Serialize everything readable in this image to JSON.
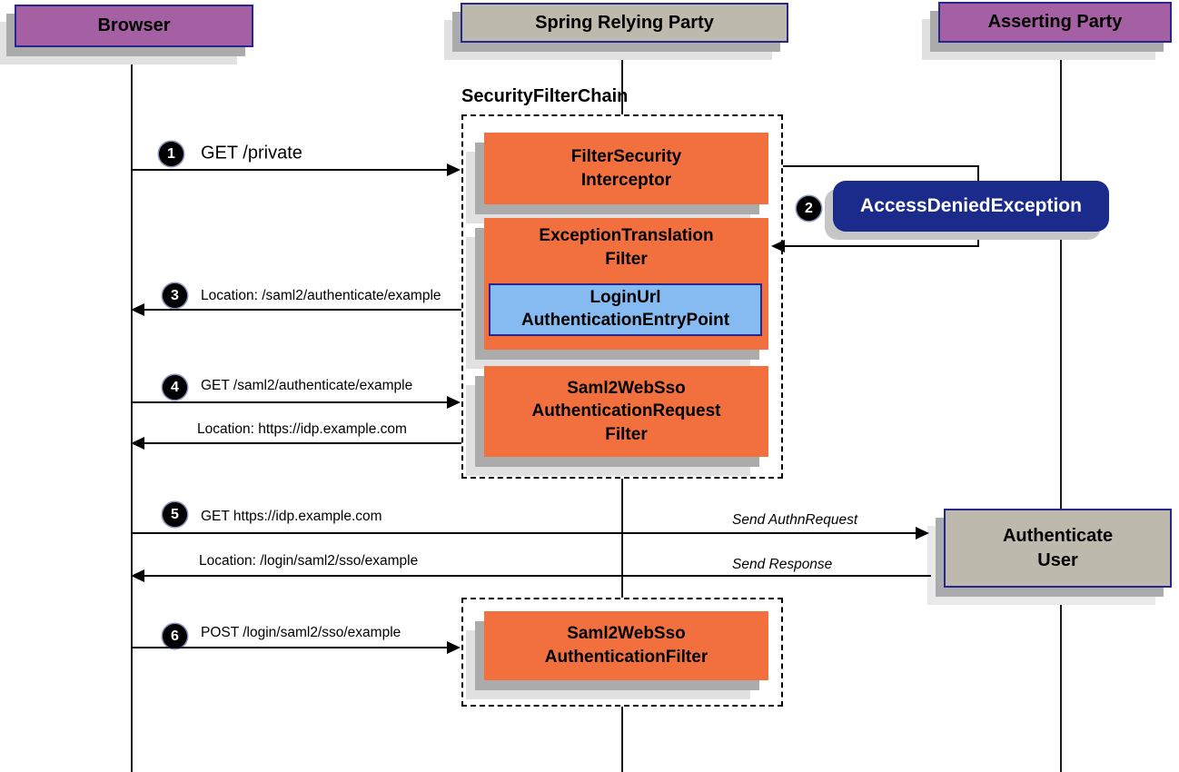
{
  "actors": {
    "browser": "Browser",
    "relying_party": "Spring Relying Party",
    "asserting_party": "Asserting Party"
  },
  "filter_chain": {
    "title": "SecurityFilterChain",
    "filter_security_interceptor": "FilterSecurity\nInterceptor",
    "exception_translation_filter": "ExceptionTranslation\nFilter",
    "login_url_authentication_entry_point": "LoginUrl\nAuthenticationEntryPoint",
    "saml2_web_sso_authentication_request_filter": "Saml2WebSso\nAuthenticationRequest\nFilter"
  },
  "saml2_filter_chain": {
    "saml2_web_sso_authentication_filter": "Saml2WebSso\nAuthenticationFilter"
  },
  "callouts": {
    "access_denied_exception": "AccessDeniedException",
    "authenticate_user": "Authenticate\nUser"
  },
  "messages": [
    {
      "badge": "1",
      "text": "GET /private"
    },
    {
      "badge": "2",
      "text": ""
    },
    {
      "badge": "3",
      "text": "Location: /saml2/authenticate/example"
    },
    {
      "badge": "4",
      "text": "GET /saml2/authenticate/example"
    },
    {
      "text": "Location: https://idp.example.com"
    },
    {
      "badge": "5",
      "text": "GET https://idp.example.com"
    },
    {
      "text": "Send AuthnRequest"
    },
    {
      "text": "Location: /login/saml2/sso/example"
    },
    {
      "text": "Send Response"
    },
    {
      "badge": "6",
      "text": "POST /login/saml2/sso/example"
    }
  ],
  "colors": {
    "actor_purple": "#A55FA3",
    "actor_gray": "#BEB9AD",
    "filter_orange": "#F2703E",
    "entry_point_blue": "#85BBF0",
    "exception_navy": "#1B2B8C",
    "border_navy": "#26268C"
  }
}
